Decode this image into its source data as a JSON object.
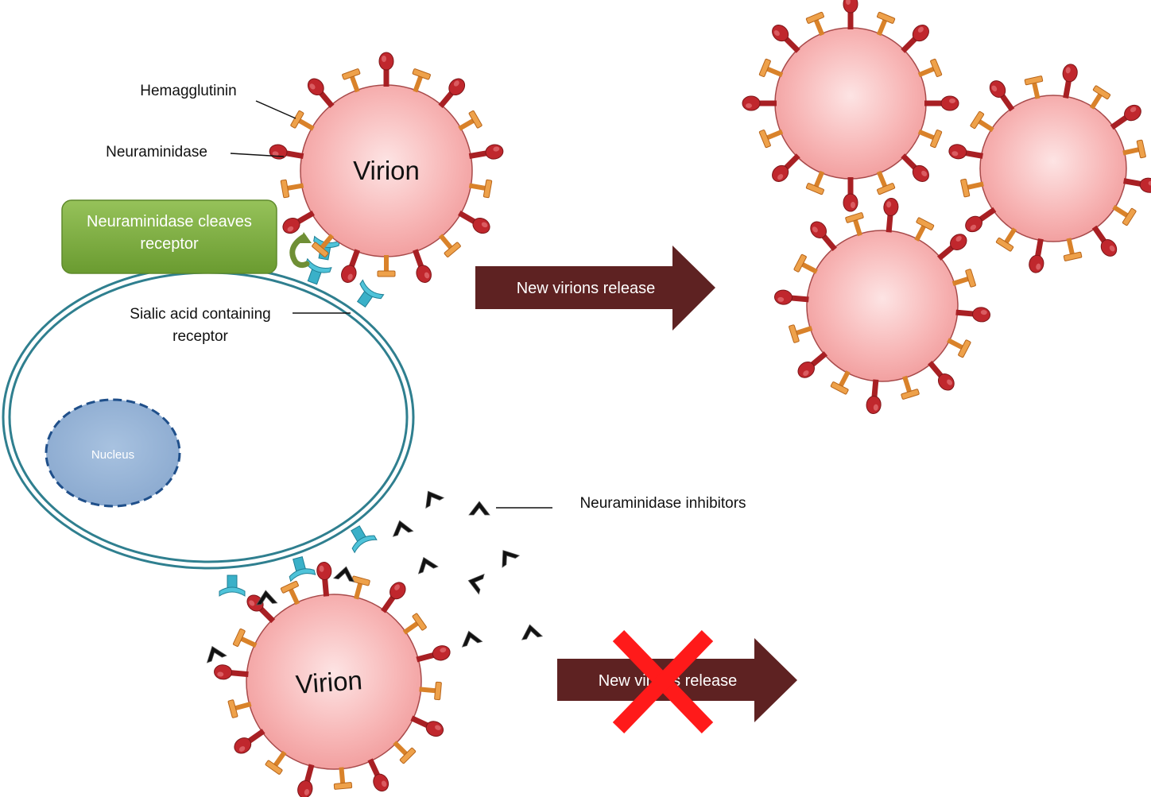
{
  "labels": {
    "hemagglutinin": "Hemagglutinin",
    "neuraminidase": "Neuraminidase",
    "callout_line1": "Neuraminidase cleaves",
    "callout_line2": "receptor",
    "sialic_line1": "Sialic acid containing",
    "sialic_line2": "receptor",
    "nucleus": "Nucleus",
    "inhibitors": "Neuraminidase inhibitors",
    "virion_top": "Virion",
    "virion_bottom": "Virion",
    "release_top": "New virions release",
    "release_bottom": "New virions release"
  },
  "colors": {
    "virion_fill": "#f7b4b4",
    "virion_stroke": "#a84a4a",
    "hemagglutinin_red": "#c0272d",
    "neuraminidase_orange": "#e8922e",
    "membrane": "#2f7f8f",
    "receptor_cyan": "#3ab0c8",
    "nucleus_fill": "#94b3d6",
    "nucleus_stroke": "#1f4f8a",
    "callout_green": "#78a83c",
    "arrow_brown": "#5e2222",
    "cross_red": "#ff1a1a",
    "inhibitor_black": "#111111"
  }
}
